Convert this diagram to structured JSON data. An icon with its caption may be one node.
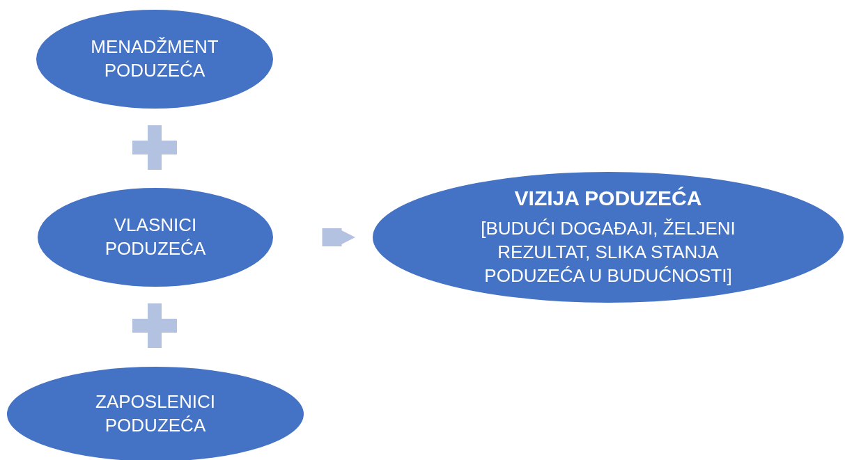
{
  "diagram": {
    "nodes": [
      {
        "text": [
          "MENADŽMENT PODUZEĆA"
        ]
      },
      {
        "text": [
          "VLASNICI PODUZEĆA"
        ]
      },
      {
        "text": [
          "ZAPOSLENICI PODUZEĆA"
        ]
      },
      {
        "text": [
          "VIZIJA PODUZEĆA",
          "[BUDUĆI DOGAĐAJI, ŽELJENI REZULTAT, SLIKA STANJA PODUZEĆA U BUDUĆNOSTI]"
        ]
      }
    ],
    "edges": [
      {
        "from": 1,
        "to": 3,
        "arrow": "to"
      }
    ]
  }
}
